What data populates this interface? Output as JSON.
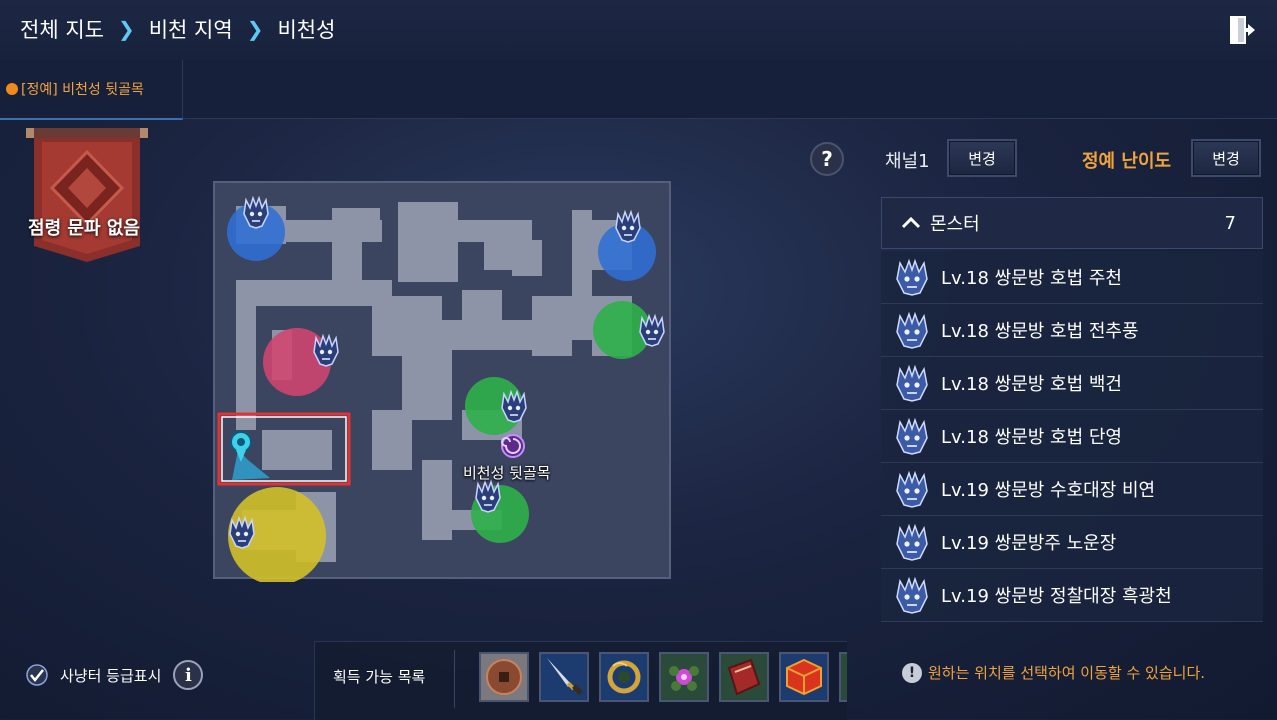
{
  "breadcrumb": {
    "items": [
      "전체 지도",
      "비천 지역",
      "비천성"
    ]
  },
  "tabs": {
    "active": "[정예] 비천성 뒷골목"
  },
  "banner": {
    "text": "점령 문파 없음"
  },
  "map": {
    "location_label": "비천성 뒷골목"
  },
  "channel": {
    "label": "채널1",
    "change_label": "변경"
  },
  "difficulty": {
    "label": "정예 난이도",
    "change_label": "변경"
  },
  "monster_panel": {
    "title": "몬스터",
    "count": "7",
    "items": [
      "Lv.18 쌍문방 호법 주천",
      "Lv.18 쌍문방 호법 전추풍",
      "Lv.18 쌍문방 호법 백건",
      "Lv.18 쌍문방 호법 단영",
      "Lv.19 쌍문방 수호대장 비연",
      "Lv.19 쌍문방주 노운장",
      "Lv.19 쌍문방 정찰대장 흑광천"
    ]
  },
  "grade_toggle": {
    "label": "사냥터 등급표시",
    "checked": true
  },
  "loot": {
    "label": "획득 가능 목록",
    "items": [
      "coin-icon",
      "dagger-icon",
      "dragon-ring-icon",
      "flower-gem-icon",
      "red-book-icon",
      "red-box-icon"
    ]
  },
  "notice": {
    "text": "원하는 위치를 선택하여 이동할 수 있습니다."
  },
  "colors": {
    "accent": "#f0a33b",
    "breadcrumb_sep": "#5fc9f3",
    "zone_blue": "#2f6fd4",
    "zone_green": "#2fb04a",
    "zone_pink": "#d3456f",
    "zone_yellow": "#d3c028"
  }
}
